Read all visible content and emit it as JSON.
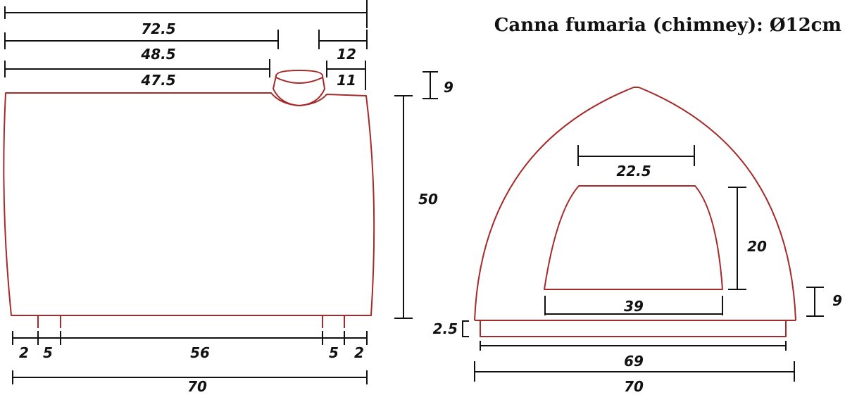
{
  "title": "Canna fumaria (chimney): Ø12cm",
  "colors": {
    "outline": "#a52a2a",
    "dimension": "#111111",
    "background": "#ffffff"
  },
  "side_view": {
    "top_dims": {
      "total": "72.5",
      "to_chimney_right": "48.5",
      "to_chimney_left": "47.5",
      "chimney_outer": "12",
      "chimney_inner": "11"
    },
    "chimney_height": "9",
    "height": "50",
    "bottom_dims": {
      "left_margin": "2",
      "left_foot": "5",
      "middle": "56",
      "right_foot": "5",
      "right_margin": "2",
      "total": "70"
    }
  },
  "front_view": {
    "opening_top_width": "22.5",
    "opening_height": "20",
    "opening_bottom_width": "39",
    "base_height": "9",
    "plate_thickness": "2.5",
    "inner_width": "69",
    "total_width": "70"
  }
}
